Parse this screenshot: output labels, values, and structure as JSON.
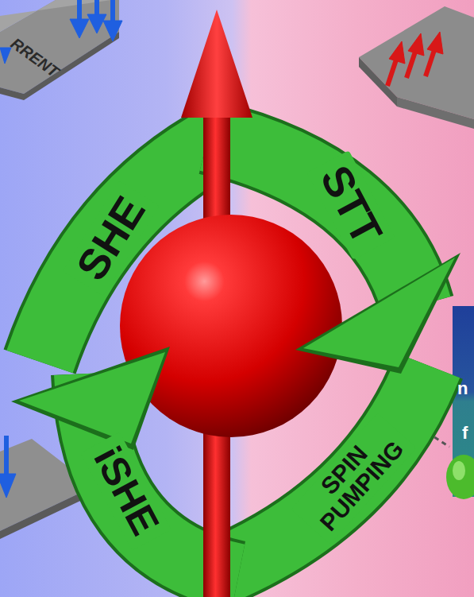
{
  "diagram": {
    "nodes": [
      {
        "text": [
          "SHE"
        ]
      },
      {
        "text": [
          "STT"
        ]
      },
      {
        "text": [
          "iSHE"
        ]
      },
      {
        "text": [
          "SPIN PUMPING"
        ]
      }
    ],
    "labels": [
      "RRENT",
      "n",
      "f"
    ]
  }
}
